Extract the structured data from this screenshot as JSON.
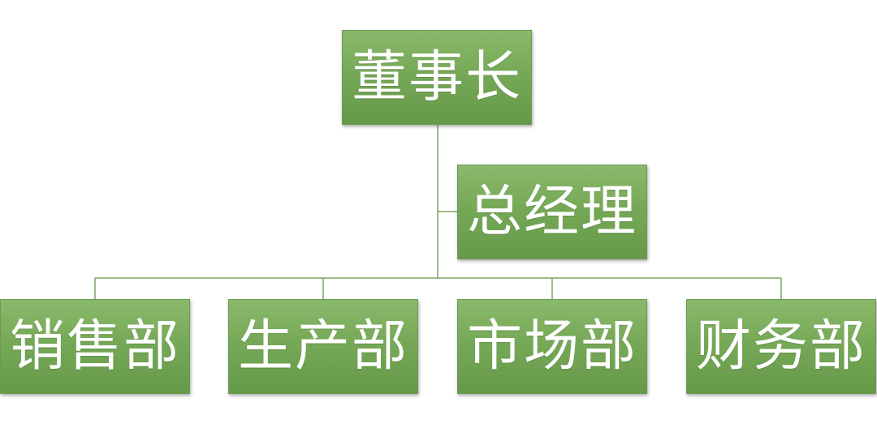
{
  "chart": {
    "root": {
      "label": "董事长"
    },
    "assistant": {
      "label": "总经理"
    },
    "departments": [
      {
        "label": "销售部"
      },
      {
        "label": "生产部"
      },
      {
        "label": "市场部"
      },
      {
        "label": "财务部"
      }
    ]
  },
  "colors": {
    "node_fill": "#76a957",
    "node_text": "#ffffff",
    "connector": "#7aa562"
  }
}
